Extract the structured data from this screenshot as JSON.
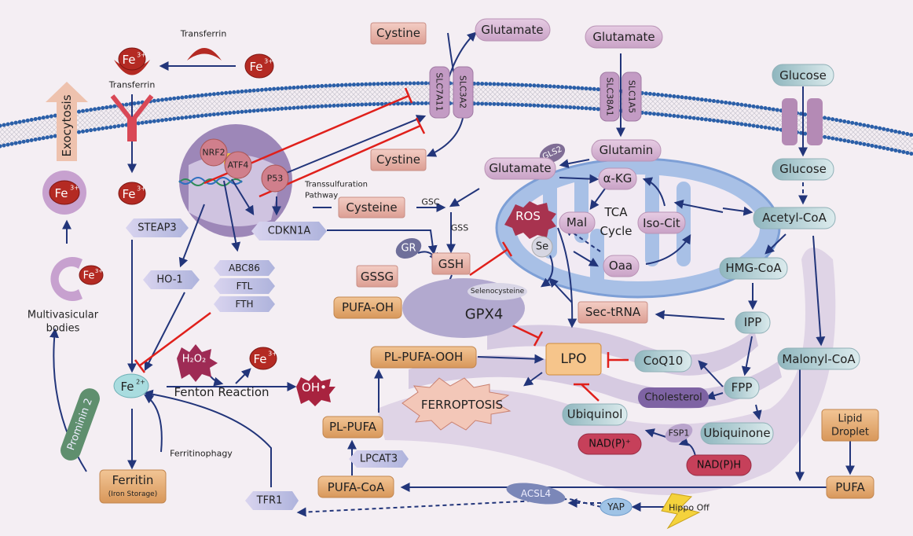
{
  "colors": {
    "background": "#f4eef3",
    "arrow": "#22357a",
    "inhibition": "#e0201b",
    "iron": "#b42a23",
    "mitochondrion": "#9db8e0",
    "membrane": "#2b5fa8"
  },
  "iron": {
    "transferrin_top": "Transferrin",
    "transferrin_receptor": "Transferrin",
    "fe3": "Fe",
    "fe3_sup": "3+",
    "fe2": "Fe",
    "fe2_sup": "2+",
    "exocytosis": "Exocytosis",
    "mvb": "Multivasicular",
    "mvb2": "bodies",
    "steap3": "STEAP3",
    "ho1": "HO-1",
    "abc86": "ABC86",
    "ftl": "FTL",
    "fth": "FTH",
    "h2o2": "H₂O₂",
    "fenton": "Fenton Reaction",
    "oh": "OH•",
    "prominin": "Prominin 2",
    "ferritin": "Ferritin",
    "ferritin_sub": "(Iron Storage)",
    "ferritinophagy": "Ferritinophagy",
    "tfr1": "TFR1"
  },
  "nucleus": {
    "nrf2": "NRF2",
    "atf4": "ATF4",
    "p53": "P53",
    "cdkn1a": "CDKN1A",
    "transsulfuration": "Transsulfuration",
    "pathway": "Pathway"
  },
  "transport": {
    "cystine_out": "Cystine",
    "cystine_in": "Cystine",
    "glutamate_out": "Glutamate",
    "slc7a11": "SLC7A11",
    "slc3a2": "SLC3A2",
    "glutamate_out2": "Glutamate",
    "slc38a1": "SLC38A1",
    "slc1a5": "SLC1A5",
    "glucose_out": "Glucose",
    "glucose_in": "Glucose"
  },
  "gsh": {
    "cysteine": "Cysteine",
    "gsc": "GSC",
    "gss": "GSS",
    "gsh": "GSH",
    "gr": "GR",
    "gssg": "GSSG",
    "selenocysteine": "Selenocysteine",
    "gpx4": "GPX4",
    "pufa_oh": "PUFA-OH"
  },
  "mito": {
    "glutamin": "Glutamin",
    "gls2": "GLS2",
    "glutamate": "Glutamate",
    "akg": "α-KG",
    "mal": "Mal",
    "tca1": "TCA",
    "tca2": "Cycle",
    "isocit": "Iso-Cit",
    "oaa": "Oaa",
    "ros": "ROS",
    "se": "Se",
    "sec_trna": "Sec-tRNA"
  },
  "mevalonate": {
    "acetyl_coa": "Acetyl-CoA",
    "hmg_coa": "HMG-CoA",
    "ipp": "IPP",
    "malonyl_coa": "Malonyl-CoA",
    "fpp": "FPP",
    "coq10": "CoQ10",
    "cholesterol": "Cholesterol",
    "ubiquinone": "Ubiquinone",
    "ubiquinol": "Ubiquinol",
    "fsp1": "FSP1",
    "nadp_plus": "NAD(P)⁺",
    "nadph": "NAD(P)H"
  },
  "lipid": {
    "lpo": "LPO",
    "pl_pufa_ooh": "PL-PUFA-OOH",
    "ferroptosis": "FERROPTOSIS",
    "pl_pufa": "PL-PUFA",
    "lpcat3": "LPCAT3",
    "pufa_coa": "PUFA-CoA",
    "acsl4": "ACSL4",
    "yap": "YAP",
    "hippo": "Hippo Off",
    "lipid_droplet1": "Lipid",
    "lipid_droplet2": "Droplet",
    "pufa": "PUFA"
  }
}
